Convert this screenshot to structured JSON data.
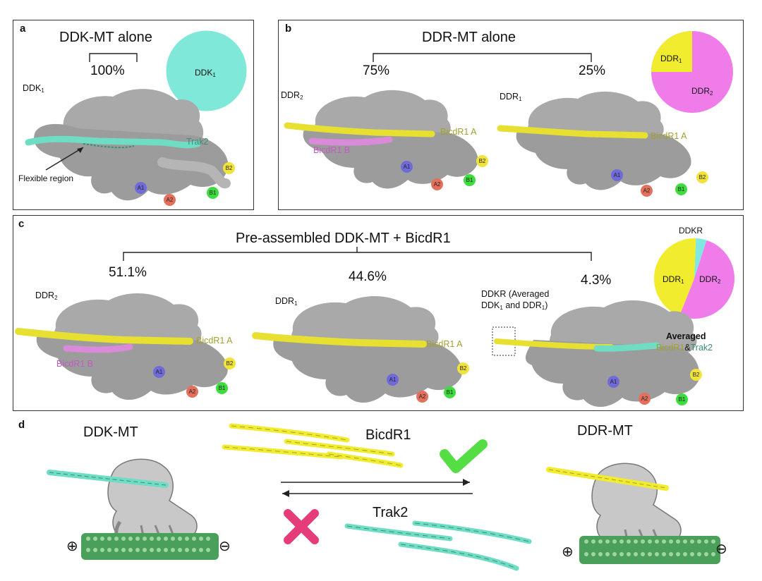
{
  "colors": {
    "ddk1": "#7fe8d8",
    "ddr1": "#f2ec2e",
    "ddr2": "#f07cea",
    "ddkr": "#7fe8e0",
    "bicdr1_a": "#e8e030",
    "bicdr1_b": "#d98ad8",
    "trak2": "#6fdcc4",
    "dynein_gray": "#a9a9a9",
    "a1": "#6f6ad8",
    "a2": "#e2705d",
    "b1": "#3fdc3f",
    "b2": "#f2e33a",
    "check": "#55dd44",
    "cross": "#e63d7a",
    "microtubule": "#4aa05a"
  },
  "panel_a": {
    "label": "a",
    "title": "DDK-MT alone",
    "percent": "100%",
    "map_label": "DDK",
    "map_label_sub": "1",
    "trak_label": "Trak2",
    "flexible_label": "Flexible region",
    "pie": {
      "slices": [
        {
          "label": "DDK",
          "sub": "1",
          "value": 100,
          "color_key": "ddk1"
        }
      ]
    },
    "subunits": [
      "A1",
      "A2",
      "B1",
      "B2"
    ]
  },
  "panel_b": {
    "label": "b",
    "title": "DDR-MT alone",
    "percent_left": "75%",
    "percent_right": "25%",
    "map_left_label": "DDR",
    "map_left_sub": "2",
    "map_right_label": "DDR",
    "map_right_sub": "1",
    "bicdr_a_label": "BicdR1 A",
    "bicdr_b_label": "BicdR1 B",
    "pie": {
      "slices": [
        {
          "label": "DDR",
          "sub": "1",
          "value": 25,
          "color_key": "ddr1"
        },
        {
          "label": "DDR",
          "sub": "2",
          "value": 75,
          "color_key": "ddr2"
        }
      ]
    },
    "subunits": [
      "A1",
      "A2",
      "B1",
      "B2"
    ]
  },
  "panel_c": {
    "label": "c",
    "title": "Pre-assembled DDK-MT  +  BicdR1",
    "percent_1": "51.1%",
    "percent_2": "44.6%",
    "percent_3": "4.3%",
    "map_1_label": "DDR",
    "map_1_sub": "2",
    "map_2_label": "DDR",
    "map_2_sub": "1",
    "map_3_line1": "DDKR (Averaged",
    "map_3_line2a": "DDK",
    "map_3_line2_sub1": "1",
    "map_3_line2b": " and DDR",
    "map_3_line2_sub2": "1",
    "map_3_line2c": ")",
    "bicdr_a_label": "BicdR1 A",
    "bicdr_b_label": "BicdR1 B",
    "averaged_line1": "Averaged",
    "averaged_bicdr": "BicdR1",
    "averaged_amp": "&",
    "averaged_trak": "Trak2",
    "pie_top_label": "DDKR",
    "pie": {
      "slices": [
        {
          "label": "DDKR",
          "sub": "",
          "value": 4.3,
          "color_key": "ddkr"
        },
        {
          "label": "DDR",
          "sub": "2",
          "value": 51.1,
          "color_key": "ddr2"
        },
        {
          "label": "DDR",
          "sub": "1",
          "value": 44.6,
          "color_key": "ddr1"
        }
      ]
    },
    "subunits": [
      "A1",
      "A2",
      "B1",
      "B2"
    ]
  },
  "panel_d": {
    "label": "d",
    "left_title": "DDK-MT",
    "right_title": "DDR-MT",
    "bicdr_label": "BicdR1",
    "trak_label": "Trak2",
    "plus": "⊕",
    "minus": "⊖"
  }
}
